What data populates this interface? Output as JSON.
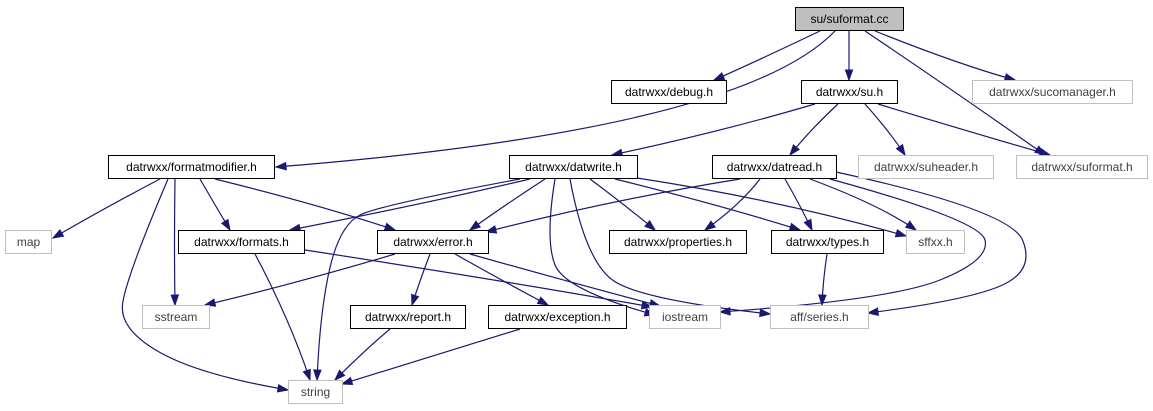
{
  "graph": {
    "colors": {
      "edge": "#191970",
      "root_fill": "#bfbfbf",
      "documented_border": "#000000",
      "external_border": "#bfbfbf",
      "external_text": "#404040"
    },
    "nodes": [
      {
        "id": "suformat_cc",
        "label": "su/suformat.cc",
        "kind": "root"
      },
      {
        "id": "debug_h",
        "label": "datrwxx/debug.h",
        "kind": "documented"
      },
      {
        "id": "su_h",
        "label": "datrwxx/su.h",
        "kind": "documented"
      },
      {
        "id": "sucomanager_h",
        "label": "datrwxx/sucomanager.h",
        "kind": "external"
      },
      {
        "id": "formatmodifier_h",
        "label": "datrwxx/formatmodifier.h",
        "kind": "documented"
      },
      {
        "id": "datwrite_h",
        "label": "datrwxx/datwrite.h",
        "kind": "documented"
      },
      {
        "id": "datread_h",
        "label": "datrwxx/datread.h",
        "kind": "documented"
      },
      {
        "id": "suheader_h",
        "label": "datrwxx/suheader.h",
        "kind": "external"
      },
      {
        "id": "suformat_h",
        "label": "datrwxx/suformat.h",
        "kind": "external"
      },
      {
        "id": "map",
        "label": "map",
        "kind": "external"
      },
      {
        "id": "formats_h",
        "label": "datrwxx/formats.h",
        "kind": "documented"
      },
      {
        "id": "error_h",
        "label": "datrwxx/error.h",
        "kind": "documented"
      },
      {
        "id": "properties_h",
        "label": "datrwxx/properties.h",
        "kind": "documented"
      },
      {
        "id": "types_h",
        "label": "datrwxx/types.h",
        "kind": "documented"
      },
      {
        "id": "sffxx_h",
        "label": "sffxx.h",
        "kind": "external"
      },
      {
        "id": "sstream",
        "label": "sstream",
        "kind": "external"
      },
      {
        "id": "report_h",
        "label": "datrwxx/report.h",
        "kind": "documented"
      },
      {
        "id": "exception_h",
        "label": "datrwxx/exception.h",
        "kind": "documented"
      },
      {
        "id": "iostream",
        "label": "iostream",
        "kind": "external"
      },
      {
        "id": "series_h",
        "label": "aff/series.h",
        "kind": "external"
      },
      {
        "id": "string",
        "label": "string",
        "kind": "external"
      }
    ]
  }
}
